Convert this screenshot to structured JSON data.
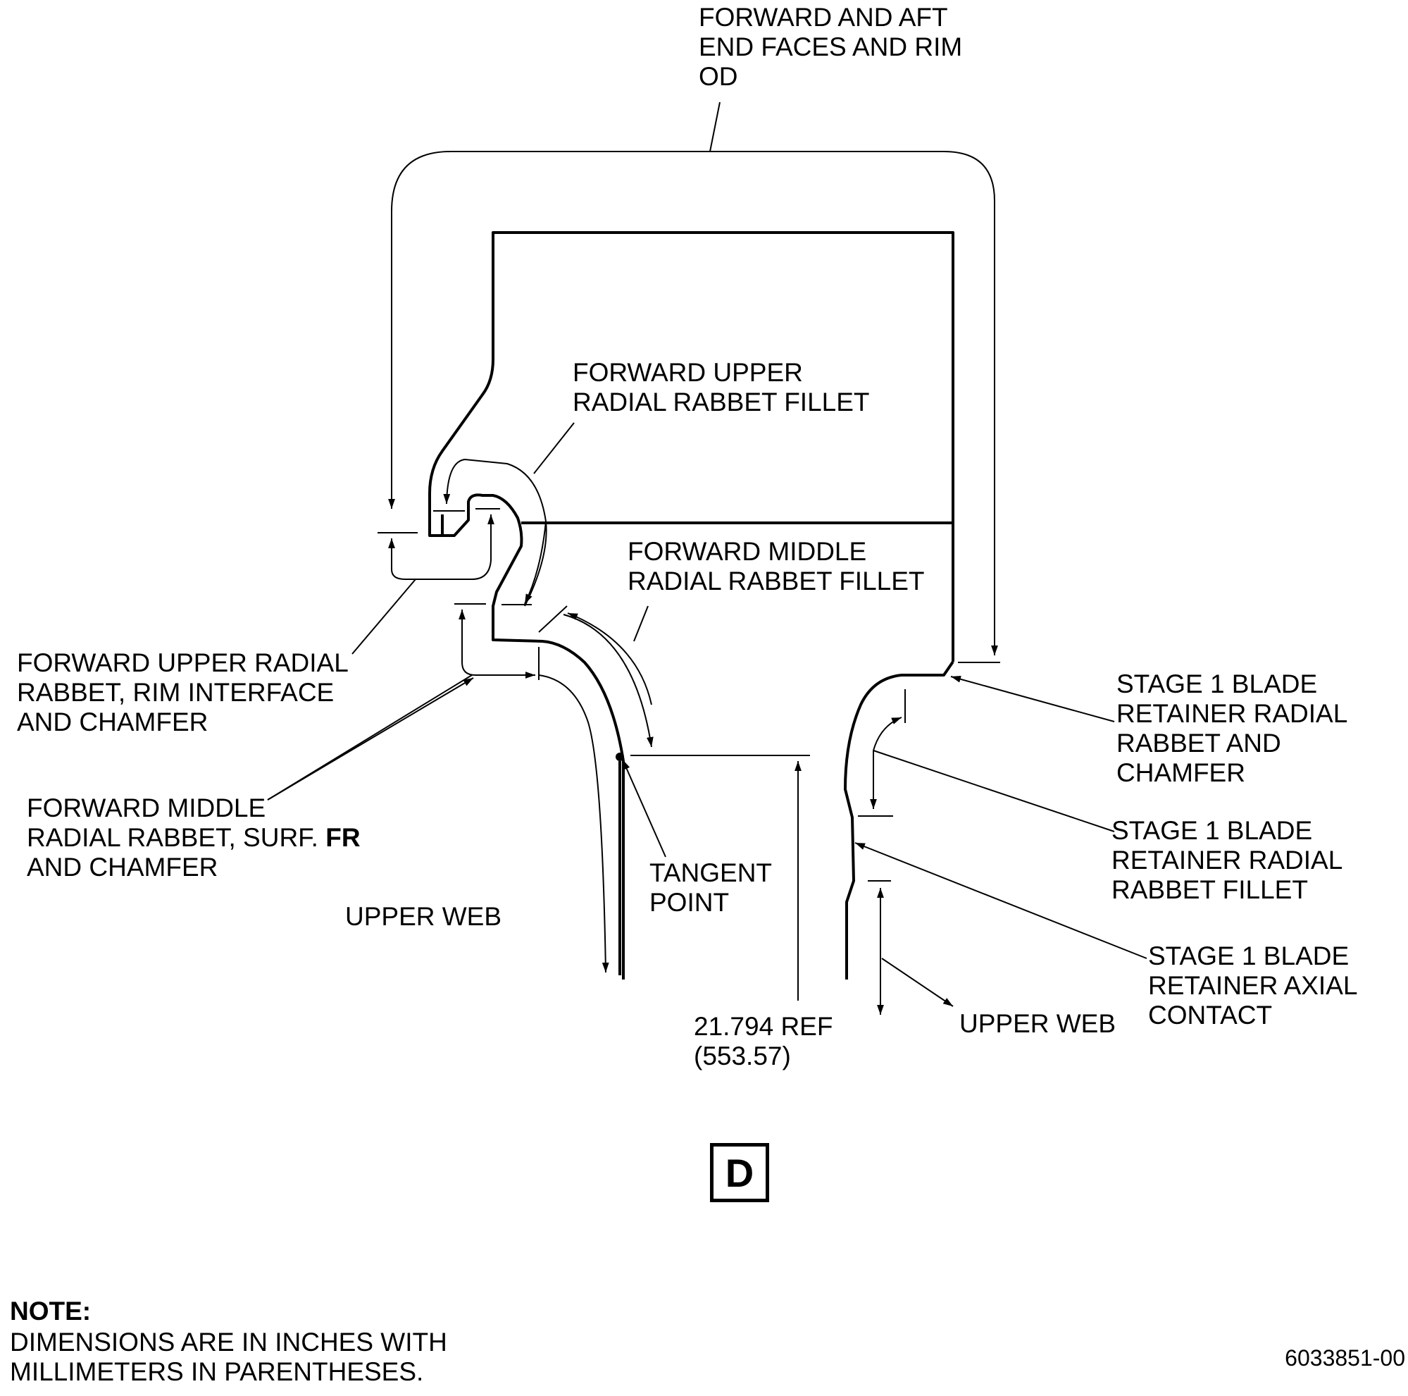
{
  "labels": {
    "forward_aft_end_faces": "FORWARD AND AFT\nEND FACES AND RIM\nOD",
    "forward_upper_radial_rabbet_fillet": "FORWARD UPPER\nRADIAL RABBET FILLET",
    "forward_middle_radial_rabbet_fillet": "FORWARD MIDDLE\nRADIAL RABBET FILLET",
    "forward_upper_radial_rabbet_rim": "FORWARD UPPER RADIAL\nRABBET, RIM INTERFACE\nAND CHAMFER",
    "forward_middle_radial_rabbet_prefix": "FORWARD MIDDLE\nRADIAL RABBET, SURF. ",
    "forward_middle_radial_rabbet_surf": "FR",
    "forward_middle_radial_rabbet_suffix": "\nAND CHAMFER",
    "upper_web_left": "UPPER WEB",
    "tangent_point": "TANGENT\nPOINT",
    "dimension_inches": "21.794 REF",
    "dimension_mm": "(553.57)",
    "upper_web_right": "UPPER WEB",
    "stage1_radial_rabbet_chamfer": "STAGE 1 BLADE\nRETAINER RADIAL\nRABBET AND\nCHAMFER",
    "stage1_radial_rabbet_fillet": "STAGE 1 BLADE\nRETAINER RADIAL\nRABBET FILLET",
    "stage1_axial_contact": "STAGE 1 BLADE\nRETAINER AXIAL\nCONTACT"
  },
  "view_letter": "D",
  "note": {
    "title": "NOTE:",
    "body": "DIMENSIONS ARE IN INCHES WITH\nMILLIMETERS IN PARENTHESES."
  },
  "figure_number": "6033851-00"
}
